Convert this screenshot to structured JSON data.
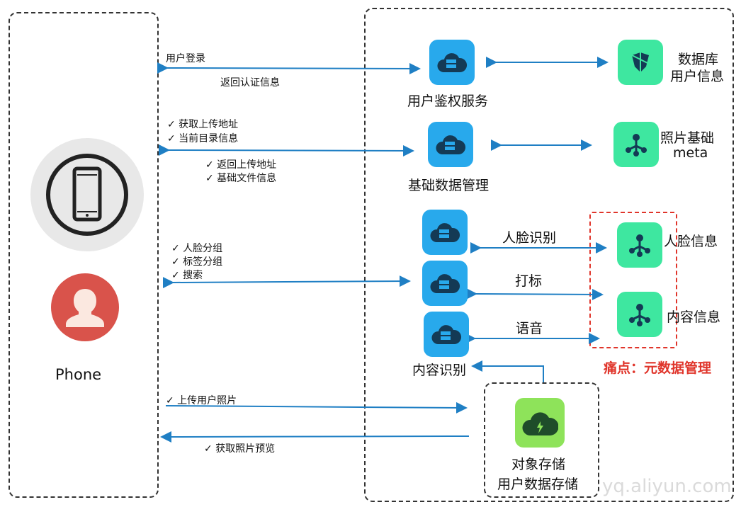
{
  "phone": {
    "label": "Phone"
  },
  "services": {
    "auth": "用户鉴权服务",
    "basic_data": "基础数据管理",
    "content_recognition": "内容识别",
    "object_storage": "对象存储",
    "user_data_storage": "用户数据存储"
  },
  "stores": {
    "db_line1": "数据库",
    "db_line2": "用户信息",
    "photo_meta_line1": "照片基础",
    "photo_meta_line2": "meta",
    "face_info": "人脸信息",
    "content_info": "内容信息"
  },
  "edges": {
    "login": "用户登录",
    "auth_return": "返回认证信息",
    "get_upload_addr": "✓ 获取上传地址",
    "current_dir": "✓ 当前目录信息",
    "return_upload_addr": "✓ 返回上传地址",
    "basic_file_info": "✓ 基础文件信息",
    "face_group": "✓ 人脸分组",
    "tag_group": "✓ 标签分组",
    "search": "✓ 搜索",
    "upload_photo": "✓ 上传用户照片",
    "get_preview": "✓ 获取照片预览",
    "face_recog": "人脸识别",
    "tagging": "打标",
    "voice": "语音"
  },
  "pain_point": "痛点：元数据管理",
  "watermark": "yq.aliyun.com",
  "colors": {
    "arrow": "#1f7fc4",
    "red": "#e0352b"
  }
}
